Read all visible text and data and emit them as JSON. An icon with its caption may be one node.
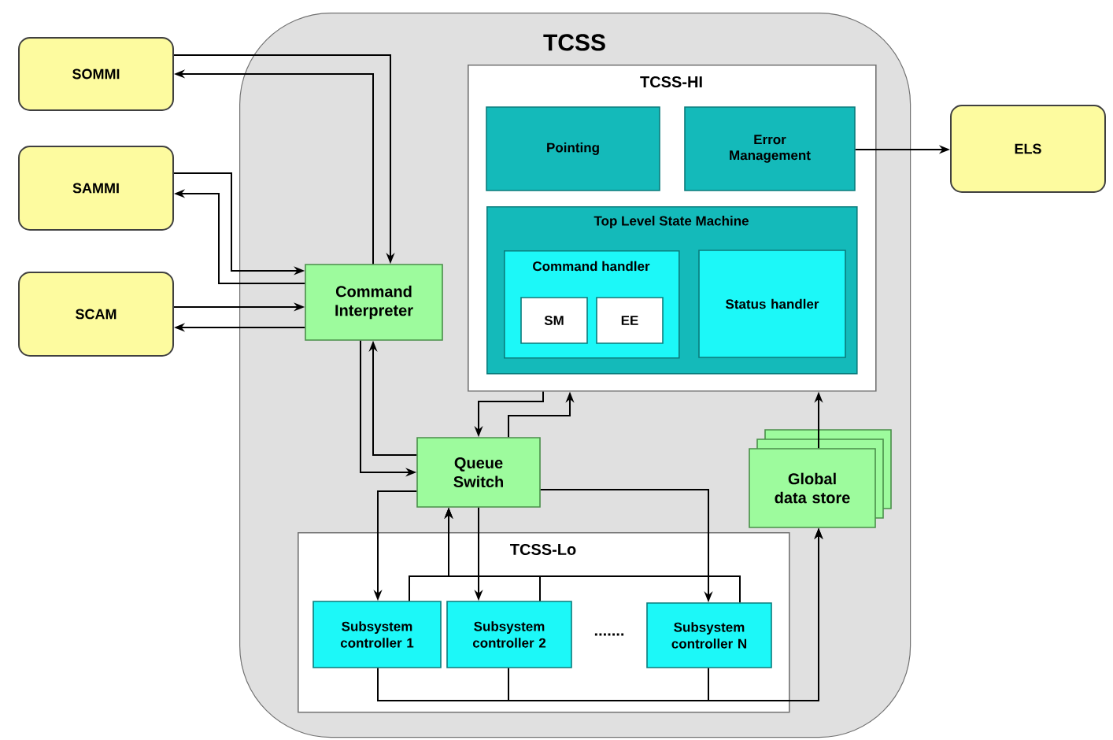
{
  "diagram": {
    "nodes": [
      {
        "text": [
          "SOMMI"
        ]
      },
      {
        "text": [
          "SAMMI"
        ]
      },
      {
        "text": [
          "SCAM"
        ]
      },
      {
        "text": [
          "TCSS"
        ]
      },
      {
        "text": [
          "TCSS-HI"
        ],
        "in": 3
      },
      {
        "text": [
          "Pointing"
        ],
        "in": 4
      },
      {
        "text": [
          "Error Management"
        ],
        "in": 4
      },
      {
        "text": [
          "Top Level State Machine"
        ],
        "in": 4
      },
      {
        "text": [
          "Command handler"
        ],
        "in": 7
      },
      {
        "text": [
          "SM"
        ],
        "in": 8
      },
      {
        "text": [
          "EE"
        ],
        "in": 8
      },
      {
        "text": [
          "Status handler"
        ],
        "in": 7
      },
      {
        "text": [
          "ELS"
        ]
      },
      {
        "text": [
          "Command Interpreter"
        ],
        "in": 3
      },
      {
        "text": [
          "Queue Switch"
        ],
        "in": 3
      },
      {
        "text": [
          "Global data store"
        ],
        "in": 3
      },
      {
        "text": [
          "TCSS-Lo"
        ],
        "in": 3
      },
      {
        "text": [
          "Subsystem controller 1"
        ],
        "in": 16
      },
      {
        "text": [
          "Subsystem controller 2"
        ],
        "in": 16
      },
      {
        "text": [
          "Subsystem controller N"
        ],
        "in": 16
      }
    ],
    "edges": [
      {
        "from": 0,
        "to": 13,
        "arrow": "to"
      },
      {
        "from": 13,
        "to": 0,
        "arrow": "to"
      },
      {
        "from": 1,
        "to": 13,
        "arrow": "to"
      },
      {
        "from": 13,
        "to": 1,
        "arrow": "to"
      },
      {
        "from": 2,
        "to": 13,
        "arrow": "to"
      },
      {
        "from": 13,
        "to": 2,
        "arrow": "to"
      },
      {
        "from": 6,
        "to": 12,
        "arrow": "to"
      },
      {
        "from": 14,
        "to": 13,
        "arrow": "to"
      },
      {
        "from": 13,
        "to": 14,
        "arrow": "to"
      },
      {
        "from": 4,
        "to": 14,
        "arrow": "to"
      },
      {
        "from": 14,
        "to": 4,
        "arrow": "to"
      },
      {
        "from": 15,
        "to": 4,
        "arrow": "to"
      },
      {
        "from": 14,
        "to": 17,
        "arrow": "to"
      },
      {
        "from": 14,
        "to": 18,
        "arrow": "to"
      },
      {
        "from": 14,
        "to": 19,
        "arrow": "to"
      },
      {
        "from": 17,
        "to": 14,
        "arrow": "to"
      },
      {
        "from": 18,
        "to": 14,
        "arrow": "to"
      },
      {
        "from": 19,
        "to": 14,
        "arrow": "to"
      },
      {
        "from": 17,
        "to": 15,
        "arrow": "to"
      },
      {
        "from": 18,
        "to": 15,
        "arrow": "to"
      },
      {
        "from": 19,
        "to": 15,
        "arrow": "to"
      }
    ],
    "labels": [
      "......."
    ]
  }
}
